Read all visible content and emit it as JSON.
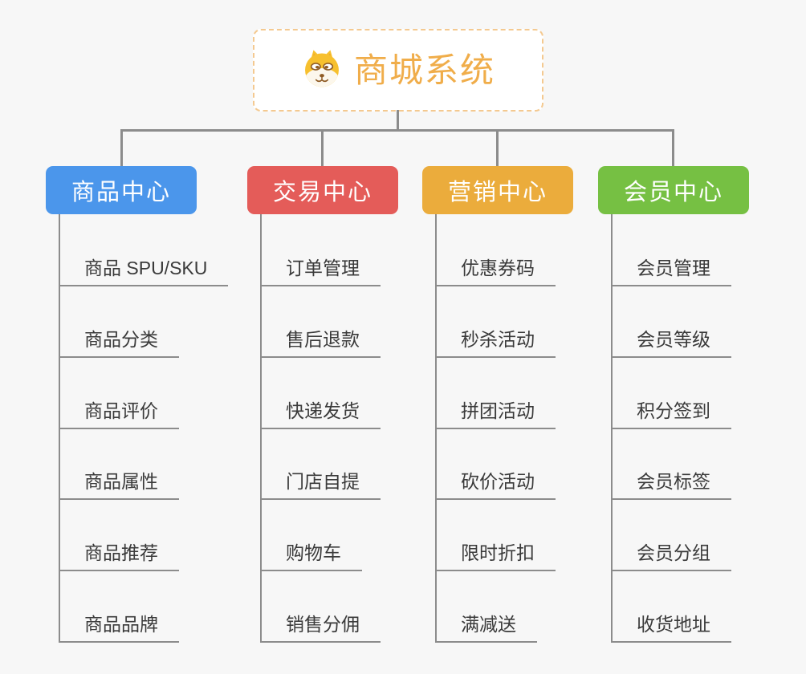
{
  "root": {
    "title": "商城系统",
    "icon": "shiba-dog-icon"
  },
  "branches": [
    {
      "id": "product-center",
      "label": "商品中心",
      "color": "#4B96EB",
      "items": [
        "商品 SPU/SKU",
        "商品分类",
        "商品评价",
        "商品属性",
        "商品推荐",
        "商品品牌"
      ]
    },
    {
      "id": "trade-center",
      "label": "交易中心",
      "color": "#E45C59",
      "items": [
        "订单管理",
        "售后退款",
        "快递发货",
        "门店自提",
        "购物车",
        "销售分佣"
      ]
    },
    {
      "id": "marketing-center",
      "label": "营销中心",
      "color": "#EBAC3C",
      "items": [
        "优惠券码",
        "秒杀活动",
        "拼团活动",
        "砍价活动",
        "限时折扣",
        "满减送"
      ]
    },
    {
      "id": "member-center",
      "label": "会员中心",
      "color": "#76C043",
      "items": [
        "会员管理",
        "会员等级",
        "积分签到",
        "会员标签",
        "会员分组",
        "收货地址"
      ]
    }
  ],
  "style_colors": {
    "background": "#F7F7F7",
    "connector_gray": "#8C8C8C",
    "root_text_orange": "#F0AD4A",
    "root_border_orange": "#F4C990",
    "leaf_text": "#3A3A3A"
  }
}
